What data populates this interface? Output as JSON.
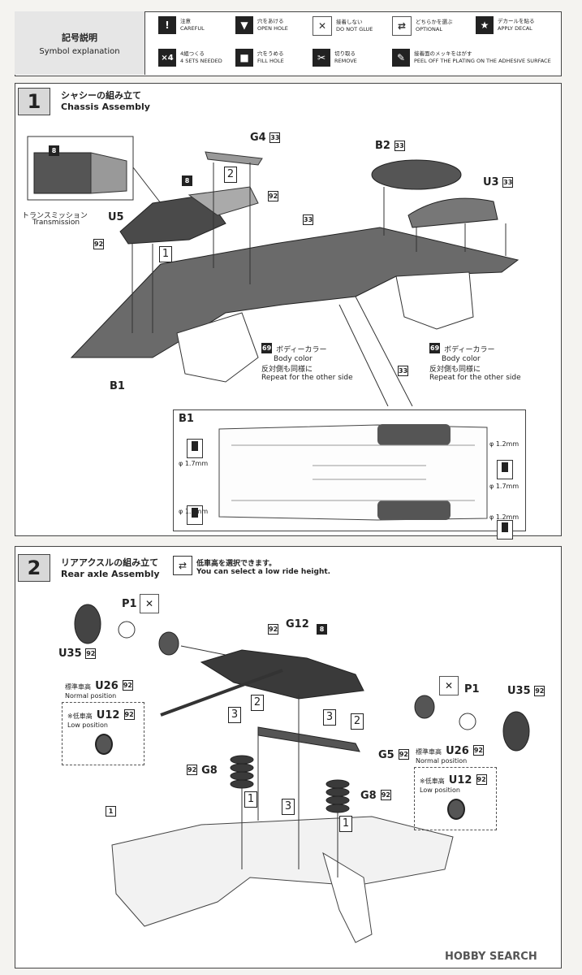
{
  "legend": {
    "title_jp": "記号説明",
    "title_en": "Symbol explanation",
    "items": [
      {
        "jp": "注意",
        "en": "CAREFUL",
        "icon": "!"
      },
      {
        "jp": "穴をあける",
        "en": "OPEN HOLE",
        "icon": "▼"
      },
      {
        "jp": "接着しない",
        "en": "DO NOT GLUE",
        "icon": "✕"
      },
      {
        "jp": "どちらかを選ぶ",
        "en": "OPTIONAL",
        "icon": "⇄"
      },
      {
        "jp": "デカールを貼る",
        "en": "APPLY DECAL",
        "icon": "★"
      },
      {
        "jp": "4組つくる",
        "en": "4 SETS NEEDED",
        "icon": "×4"
      },
      {
        "jp": "穴をうめる",
        "en": "FILL HOLE",
        "icon": "■"
      },
      {
        "jp": "切り取る",
        "en": "REMOVE",
        "icon": "✂"
      },
      {
        "jp": "接着面のメッキをはがす",
        "en": "PEEL OFF THE PLATING ON THE ADHESIVE SURFACE",
        "icon": "✎"
      }
    ]
  },
  "step1": {
    "num": "1",
    "title_jp": "シャシーの組み立て",
    "title_en": "Chassis Assembly",
    "labels": {
      "g4": "G4",
      "c33": "33",
      "b2": "B2",
      "u3": "U3",
      "c8": "8",
      "c92": "92",
      "trans_jp": "トランスミッション",
      "trans_en": "Transmission",
      "u5": "U5",
      "o1": "1",
      "o2": "2",
      "b1": "B1",
      "c69": "69",
      "bodycolor_jp": "ボディーカラー",
      "bodycolor_en": "Body color",
      "repeat_jp": "反対側も同様に",
      "repeat_en": "Repeat for the other side"
    },
    "inset": {
      "title": "B1",
      "d17": "φ 1.7mm",
      "d12": "φ 1.2mm"
    }
  },
  "step2": {
    "num": "2",
    "title_jp": "リアアクスルの組み立て",
    "title_en": "Rear axle Assembly",
    "note_jp": "低車高を選択できます。",
    "note_en": "You can select a low ride height.",
    "labels": {
      "p1": "P1",
      "u35": "U35",
      "c92": "92",
      "g12": "G12",
      "c8": "8",
      "std_jp": "標準車高",
      "u26": "U26",
      "normal": "Normal position",
      "low_jp": "※低車高",
      "u12": "U12",
      "low": "Low position",
      "g8": "G8",
      "g5": "G5",
      "o1": "1",
      "o2": "2",
      "o3": "3",
      "b1box": "1"
    }
  },
  "watermark": "HOBBY SEARCH"
}
